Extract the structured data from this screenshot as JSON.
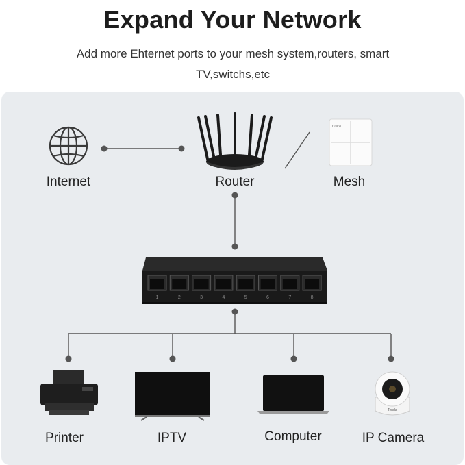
{
  "header": {
    "title": "Expand Your Network",
    "subtitle_line1": "Add more Ehternet ports to your mesh system,routers, smart",
    "subtitle_line2": "TV,switchs,etc"
  },
  "nodes": {
    "internet": "Internet",
    "router": "Router",
    "mesh": "Mesh",
    "printer": "Printer",
    "iptv": "IPTV",
    "computer": "Computer",
    "ip_camera": "IP Camera"
  },
  "switch": {
    "port_numbers": [
      "1",
      "2",
      "3",
      "4",
      "5",
      "6",
      "7",
      "8"
    ]
  },
  "brand_marks": {
    "mesh_brand": "nova",
    "camera_brand": "Tenda"
  },
  "colors": {
    "panel": "#e9ecef",
    "line": "#555555",
    "device_dark": "#1b1b1b"
  }
}
